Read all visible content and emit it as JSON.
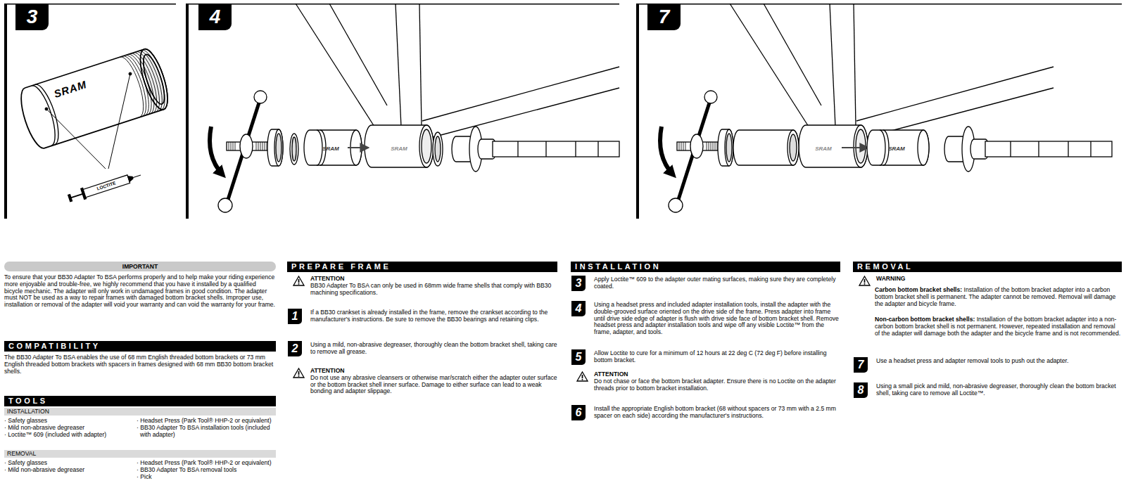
{
  "diagram": {
    "nodes": [
      {
        "text": [
          "3"
        ]
      },
      {
        "text": [
          "4"
        ]
      },
      {
        "text": [
          "7"
        ]
      },
      {
        "text": [
          "IMPORTANT"
        ]
      },
      {
        "text": [
          "COMPATIBILITY"
        ]
      },
      {
        "text": [
          "TOOLS"
        ]
      },
      {
        "text": [
          "INSTALLATION"
        ]
      },
      {
        "text": [
          "REMOVAL"
        ]
      },
      {
        "text": [
          "PREPARE FRAME"
        ]
      },
      {
        "text": [
          "1"
        ]
      },
      {
        "text": [
          "2"
        ]
      },
      {
        "text": [
          "INSTALLATION"
        ]
      },
      {
        "text": [
          "3"
        ]
      },
      {
        "text": [
          "4"
        ]
      },
      {
        "text": [
          "5"
        ]
      },
      {
        "text": [
          "6"
        ]
      },
      {
        "text": [
          "REMOVAL"
        ]
      },
      {
        "text": [
          "7"
        ]
      },
      {
        "text": [
          "8"
        ]
      }
    ],
    "labels": [
      "SRAM",
      "LOCTITE",
      "SRAM",
      "SRAM",
      "SRAM",
      "SRAM",
      "To ensure that your BB30 Adapter To BSA performs properly and to help make your riding experience more enjoyable and trouble-free, we highly recommend that you have it installed by a qualified bicycle mechanic. The adapter will only work in undamaged frames in good condition. The adapter must NOT be used as a way to repair frames with damaged bottom bracket shells. Improper use, installation or removal of the adapter will void your warranty and can void the warranty for your frame.",
      "The BB30 Adapter To BSA enables the use of 68 mm English threaded bottom brackets or 73 mm English threaded bottom brackets with spacers in frames designed with 68 mm BB30 bottom bracket shells.",
      "· Safety glasses",
      "· Mild non-abrasive degreaser",
      "· Loctite™ 609 (included with adapter)",
      "· Headset Press (Park Tool® HHP-2 or equivalent)",
      "· BB30 Adapter To BSA installation tools (included with adapter)",
      "· Safety glasses",
      "· Mild non-abrasive degreaser",
      "· Headset Press (Park Tool® HHP-2 or equivalent)",
      "· BB30 Adapter To BSA removal tools",
      "· Pick",
      "ATTENTION",
      "BB30 Adapter To BSA can only be used in 68mm wide frame shells that comply with BB30 machining specifications.",
      "If a BB30 crankset is already installed in the frame, remove the crankset according to the manufacturer's instructions. Be sure to remove the BB30 bearings and retaining clips.",
      "Using a mild, non-abrasive degreaser, thoroughly clean the bottom bracket shell, taking care to remove all grease.",
      "ATTENTION",
      "Do not use any abrasive cleansers or otherwise mar/scratch either the adapter outer surface or the bottom bracket shell inner surface. Damage to either surface can lead to a weak bonding and adapter slippage.",
      "Apply Loctite™ 609 to the adapter outer mating surfaces, making sure they are completely coated.",
      "Using a headset press and included adapter installation tools, install the adapter with the double-grooved surface oriented on the drive side of the frame. Press adapter into frame until drive side edge of adapter is flush with drive side face of bottom bracket shell. Remove headset press and adapter installation tools and wipe off any visible Loctite™ from the frame, adapter, and tools.",
      "Allow Loctite to cure for a minimum of 12 hours at 22 deg C (72 deg F) before installing bottom bracket.",
      "ATTENTION",
      "Do not chase or face the bottom bracket adapter. Ensure there is no Loctite on the adapter threads prior to bottom bracket installation.",
      "Install the appropriate English bottom bracket (68 without spacers or 73 mm with a 2.5 mm spacer on each side) according the manufacturer's instructions.",
      "WARNING",
      "Carbon bottom bracket shells:",
      "Installation of the bottom bracket adapter into a carbon bottom bracket shell is permanent. The adapter cannot be removed. Removal will damage the adapter and bicycle frame.",
      "Non-carbon bottom bracket shells:",
      "Installation of the bottom bracket adapter into a non-carbon bottom bracket shell is not permanent. However, repeated installation and removal of the adapter will damage both the adapter and the bicycle frame and is not recommended.",
      "Use a headset press and adapter removal tools to push out the adapter.",
      "Using a small pick and mild, non-abrasive degreaser, thoroughly clean the bottom bracket shell, taking care to remove all Loctite™."
    ]
  }
}
